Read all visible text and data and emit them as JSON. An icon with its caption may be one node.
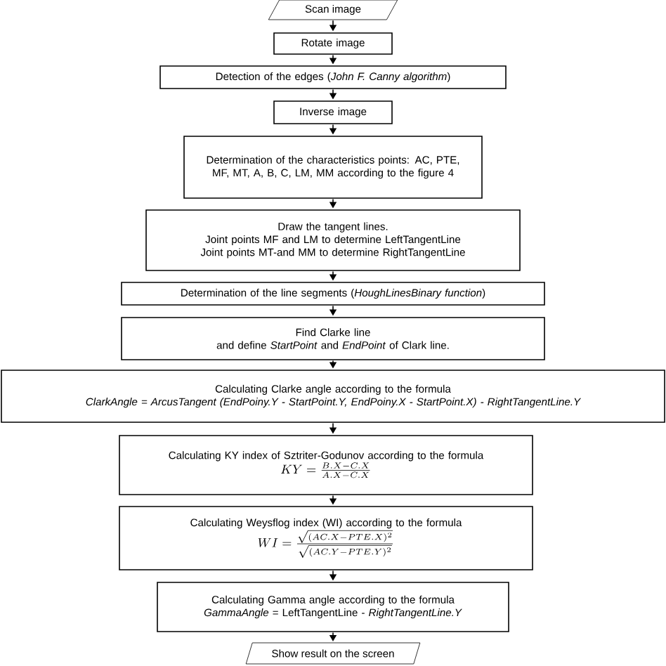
{
  "diagram": {
    "nodes": [
      {
        "text": [
          "Scan image"
        ]
      },
      {
        "text": [
          "Rotate image"
        ]
      },
      {
        "text": [
          "Detection of the edges (*John F. Canny algorithm*)"
        ]
      },
      {
        "text": [
          "Inverse image"
        ]
      },
      {
        "text": [
          "Determination of the characteristics points: AC, PTE, MF, MT, A, B, C, LM, MM according to the figure 4"
        ]
      },
      {
        "text": [
          "Draw the tangent lines.",
          "Joint points MF and LM to determine LeftTangentLine",
          "Joint points MT-and MM to determine RightTangentLine"
        ]
      },
      {
        "text": [
          "Determination of the line segments (*HoughLinesBinary function*)"
        ]
      },
      {
        "text": [
          "Find Clarke line",
          "and define *StartPoint* and *EndPoint* of Clark line."
        ]
      },
      {
        "text": [
          "Calculating Clarke angle according to the formula",
          "ClarkAngle = ArcusTangent (EndPoiny.Y - StartPoint.Y, EndPoiny.X - StartPoint.X) - RightTangentLine.Y"
        ]
      },
      {
        "text": [
          "Calculating KY index of Sztriter-Godunov according to the formula",
          "KY = \\frac{B.X - C.X}{A.X - C.X}"
        ]
      },
      {
        "text": [
          "Calculating Weysflog index (WI) according to the formula",
          "WI = \\frac{\\sqrt{(AC.X - PTE.X)^2}}{\\sqrt{(AC.Y - PTE.Y)^2}}"
        ]
      },
      {
        "text": [
          "Calculating Gamma angle according to the formula",
          "*GammaAngle* = LeftTangentLine - *RightTangentLine.Y*"
        ]
      },
      {
        "text": [
          "Show result on the screen"
        ]
      }
    ],
    "edges": [
      {
        "from": 0,
        "to": 1,
        "arrow": "to"
      },
      {
        "from": 1,
        "to": 2,
        "arrow": "to"
      },
      {
        "from": 2,
        "to": 3,
        "arrow": "to"
      },
      {
        "from": 3,
        "to": 4,
        "arrow": "to"
      },
      {
        "from": 4,
        "to": 5,
        "arrow": "to"
      },
      {
        "from": 5,
        "to": 6,
        "arrow": "to"
      },
      {
        "from": 6,
        "to": 7,
        "arrow": "to"
      },
      {
        "from": 7,
        "to": 8,
        "arrow": "to"
      },
      {
        "from": 8,
        "to": 9,
        "arrow": "to"
      },
      {
        "from": 9,
        "to": 10,
        "arrow": "to"
      },
      {
        "from": 10,
        "to": 11,
        "arrow": "to"
      },
      {
        "from": 11,
        "to": 12,
        "arrow": "to"
      }
    ]
  }
}
